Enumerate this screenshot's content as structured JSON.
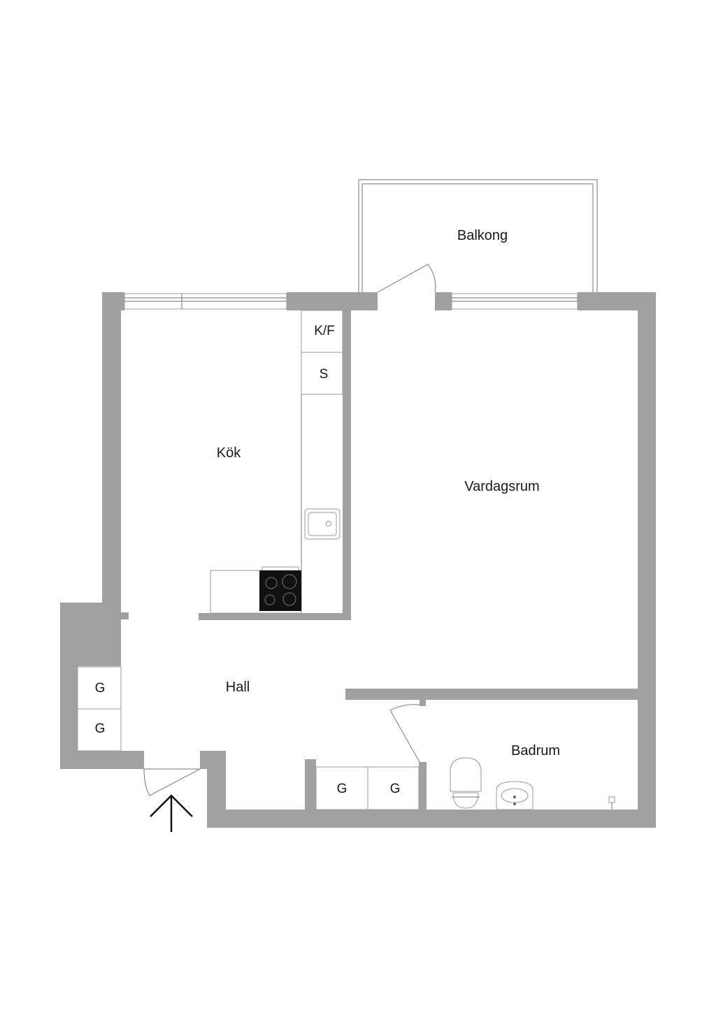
{
  "rooms": {
    "balkong": "Balkong",
    "kok": "Kök",
    "vardagsrum": "Vardagsrum",
    "hall": "Hall",
    "badrum": "Badrum"
  },
  "fixtures": {
    "fridge_freezer": "K/F",
    "freezer": "S",
    "wardrobe_1": "G",
    "wardrobe_2": "G",
    "wardrobe_3": "G",
    "wardrobe_4": "G"
  },
  "colors": {
    "wall": "#a0a0a0",
    "line": "#8c8c8c",
    "stove": "#111111"
  }
}
